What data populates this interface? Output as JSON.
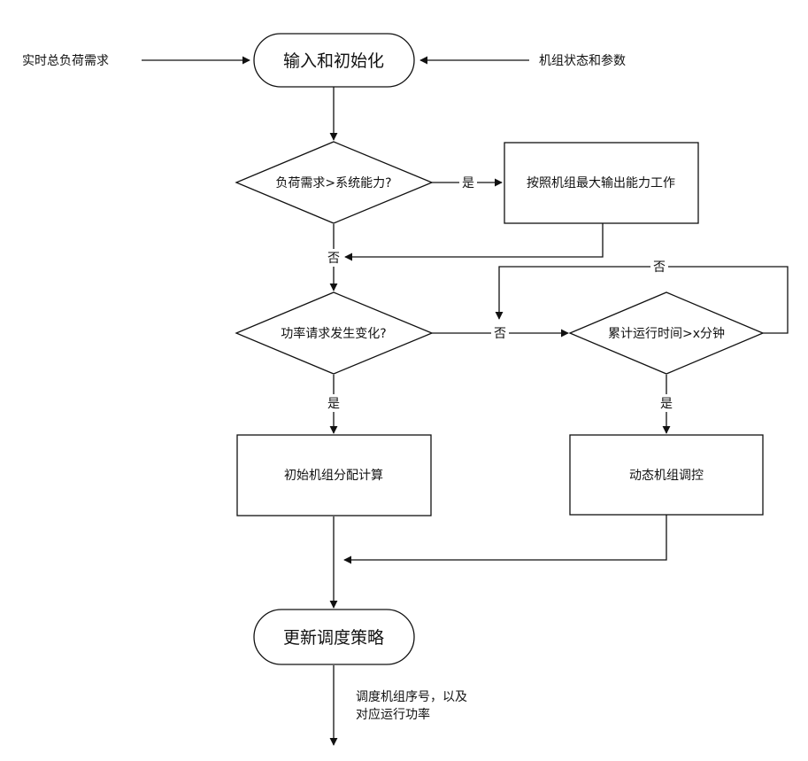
{
  "diagram": {
    "nodes": {
      "start": "输入和初始化",
      "decision_capacity": "负荷需求>系统能力?",
      "max_output": "按照机组最大输出能力工作",
      "decision_power_change": "功率请求发生变化?",
      "decision_runtime": "累计运行时间>x分钟",
      "initial_allocation": "初始机组分配计算",
      "dynamic_control": "动态机组调控",
      "end": "更新调度策略"
    },
    "inputs": {
      "left": "实时总负荷需求",
      "right": "机组状态和参数"
    },
    "edge_labels": {
      "capacity_yes": "是",
      "capacity_no": "否",
      "power_change_no": "否",
      "power_change_yes": "是",
      "runtime_no": "否",
      "runtime_yes": "是"
    },
    "output": {
      "line1": "调度机组序号，以及",
      "line2": "对应运行功率"
    }
  }
}
